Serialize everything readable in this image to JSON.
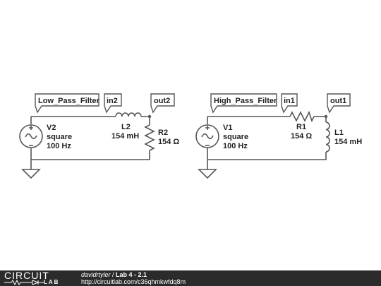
{
  "circuits": [
    {
      "flag": "Low_Pass_Filter",
      "in_label": "in2",
      "out_label": "out2",
      "source": {
        "name": "V2",
        "type": "square",
        "freq": "100 Hz"
      },
      "inductor": {
        "name": "L2",
        "value": "154 mH"
      },
      "resistor": {
        "name": "R2",
        "value": "154 Ω"
      }
    },
    {
      "flag": "High_Pass_Filter",
      "in_label": "in1",
      "out_label": "out1",
      "source": {
        "name": "V1",
        "type": "square",
        "freq": "100 Hz"
      },
      "resistor": {
        "name": "R1",
        "value": "154 Ω"
      },
      "inductor": {
        "name": "L1",
        "value": "154 mH"
      }
    }
  ],
  "footer": {
    "logo_top": "CIRCUIT",
    "logo_bottom": "LAB",
    "author": "davidrtyler",
    "separator": " / ",
    "title": "Lab 4 - 2.1",
    "url": "http://circuitlab.com/c36qhmkwfdq8m"
  },
  "colors": {
    "wire": "#555555",
    "footer_bg": "#2b2b2b",
    "text": "#222222"
  }
}
